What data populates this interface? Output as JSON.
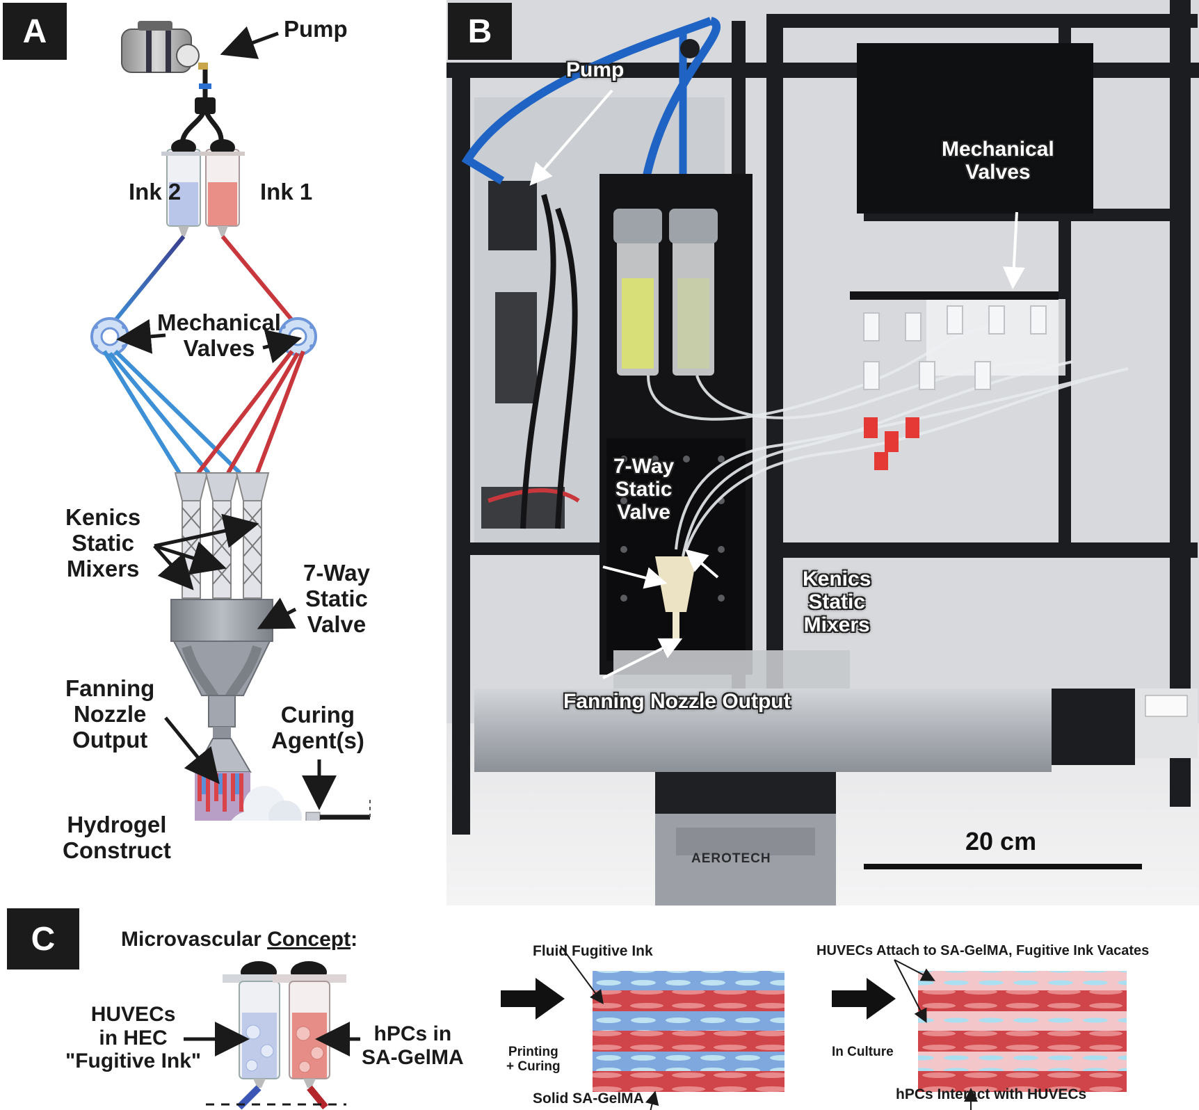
{
  "panels": {
    "a": {
      "letter": "A"
    },
    "b": {
      "letter": "B"
    },
    "c": {
      "letter": "C"
    }
  },
  "panel_a": {
    "pump": "Pump",
    "ink2": "Ink 2",
    "ink1": "Ink 1",
    "valves_l1": "Mechanical",
    "valves_l2": "Valves",
    "kenics_l1": "Kenics",
    "kenics_l2": "Static",
    "kenics_l3": "Mixers",
    "sevenway_l1": "7-Way",
    "sevenway_l2": "Static",
    "sevenway_l3": "Valve",
    "fanning_l1": "Fanning",
    "fanning_l2": "Nozzle",
    "fanning_l3": "Output",
    "curing_l1": "Curing",
    "curing_l2": "Agent(s)",
    "hydrogel_l1": "Hydrogel",
    "hydrogel_l2": "Construct"
  },
  "panel_b": {
    "pump": "Pump",
    "valves_l1": "Mechanical",
    "valves_l2": "Valves",
    "sevenway_l1": "7-Way",
    "sevenway_l2": "Static",
    "sevenway_l3": "Valve",
    "kenics_l1": "Kenics",
    "kenics_l2": "Static",
    "kenics_l3": "Mixers",
    "fanning": "Fanning Nozzle Output",
    "scale": "20 cm",
    "brand": "AEROTECH"
  },
  "panel_c": {
    "title_plain": "Microvascular ",
    "title_underlined": "Concept",
    "title_colon": ":",
    "huvecs_l1": "HUVECs",
    "huvecs_l2": "in HEC",
    "huvecs_l3": "\"Fugitive Ink\"",
    "hpcs_l1": "hPCs in",
    "hpcs_l2": "SA-GelMA",
    "printing_l1": "Printing",
    "printing_l2": "+ Curing",
    "fluid_fugitive": "Fluid Fugitive Ink",
    "solid_gelma": "Solid SA-GelMA",
    "in_culture": "In Culture",
    "huvecs_attach": "HUVECs Attach to SA-GelMA, Fugitive Ink Vacates",
    "hpcs_interact": "hPCs Interact with HUVECs"
  },
  "colors": {
    "blue_ink": "#3d8fd6",
    "red_ink": "#c8373c",
    "badge": "#1b1b1b"
  }
}
